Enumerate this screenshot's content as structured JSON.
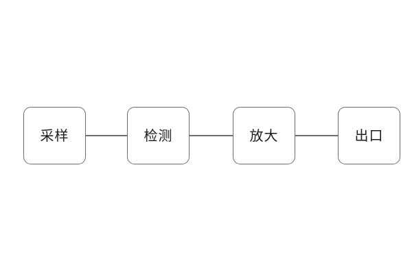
{
  "diagram": {
    "title": "",
    "type": "horizontal-flowchart",
    "background_color": "#ffffff",
    "node_border_color": "#6e6e6e",
    "node_fill_color": "#ffffff",
    "connector_color": "#6e6e6e",
    "label_color": "#1c1c1c",
    "nodes": [
      {
        "id": "sampling",
        "label": "采样"
      },
      {
        "id": "detection",
        "label": "检测"
      },
      {
        "id": "amplification",
        "label": "放大"
      },
      {
        "id": "outlet",
        "label": "出口"
      }
    ],
    "connectors": [
      {
        "from": "sampling",
        "to": "detection",
        "style": "line",
        "arrowhead": "none"
      },
      {
        "from": "detection",
        "to": "amplification",
        "style": "line",
        "arrowhead": "none"
      },
      {
        "from": "amplification",
        "to": "outlet",
        "style": "line",
        "arrowhead": "none"
      }
    ]
  }
}
